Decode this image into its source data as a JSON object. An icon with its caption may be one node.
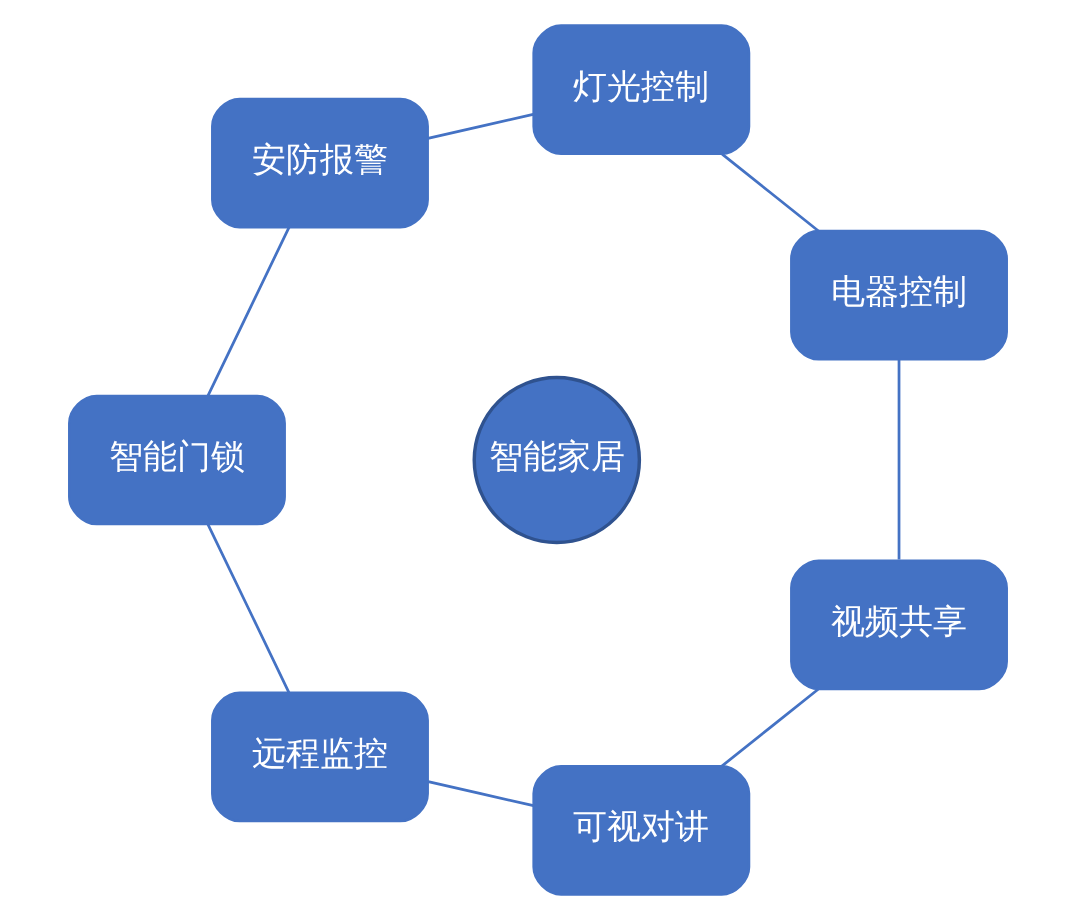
{
  "diagram": {
    "nodes": [
      {
        "text": [
          "智能家居"
        ]
      },
      {
        "text": [
          "灯光控制"
        ]
      },
      {
        "text": [
          "电器控制"
        ]
      },
      {
        "text": [
          "视频共享"
        ]
      },
      {
        "text": [
          "可视对讲"
        ]
      },
      {
        "text": [
          "远程监控"
        ]
      },
      {
        "text": [
          "智能门锁"
        ]
      },
      {
        "text": [
          "安防报警"
        ]
      }
    ],
    "edges": [
      {
        "from": 1,
        "to": 2,
        "arrow": "none"
      },
      {
        "from": 2,
        "to": 3,
        "arrow": "none"
      },
      {
        "from": 3,
        "to": 4,
        "arrow": "none"
      },
      {
        "from": 4,
        "to": 5,
        "arrow": "none"
      },
      {
        "from": 5,
        "to": 6,
        "arrow": "none"
      },
      {
        "from": 6,
        "to": 7,
        "arrow": "none"
      },
      {
        "from": 7,
        "to": 1,
        "arrow": "none"
      }
    ]
  }
}
